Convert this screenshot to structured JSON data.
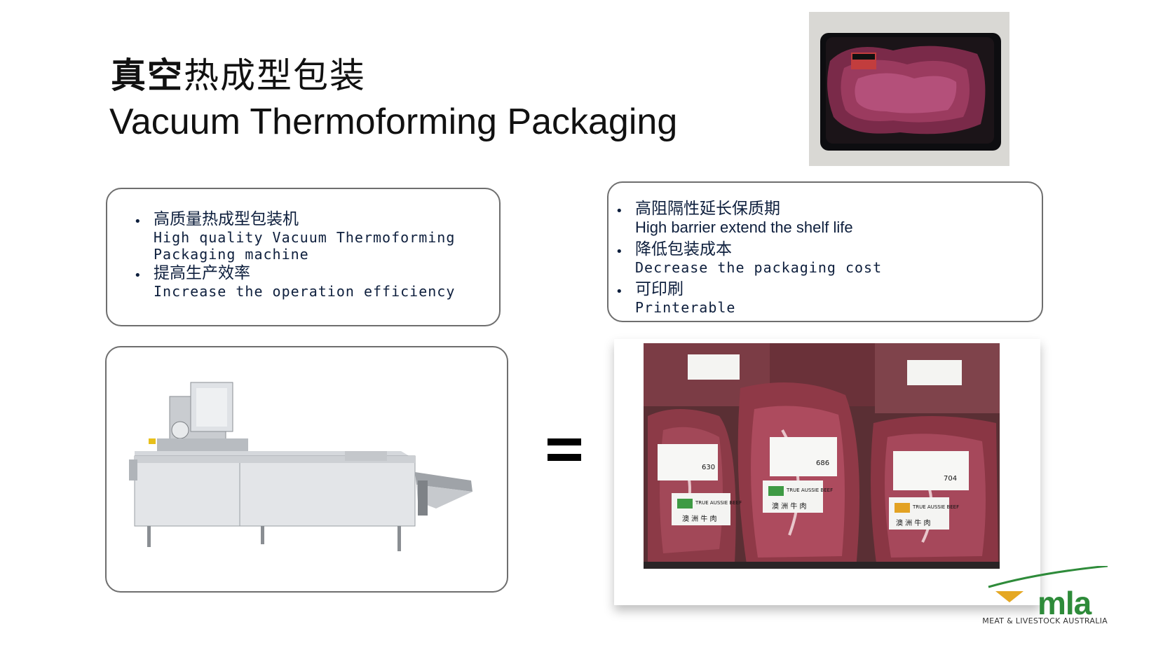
{
  "title": {
    "cn_bold": "真空",
    "cn_rest": "热成型包装",
    "en": "Vacuum Thermoforming Packaging"
  },
  "box1": {
    "items": [
      {
        "cn": "高质量热成型包装机",
        "en_line1": "High quality Vacuum Thermoforming",
        "en_line2": "Packaging machine"
      },
      {
        "cn": "提高生产效率",
        "en_line1": "Increase the operation efficiency"
      }
    ]
  },
  "box2": {
    "items": [
      {
        "cn": "高阻隔性延长保质期",
        "en": "High barrier extend the shelf life"
      },
      {
        "cn": "降低包装成本",
        "en": "Decrease the packaging cost"
      },
      {
        "cn": "可印刷",
        "en": "Printerable"
      }
    ]
  },
  "bullet": "•",
  "photo_labels": {
    "label_cn": "澳 洲 牛 肉",
    "label_en": "TRUE AUSSIE BEEF",
    "price1": "630",
    "price2": "686",
    "price3": "704"
  },
  "logo": {
    "mark": "mla",
    "text": "MEAT & LIVESTOCK AUSTRALIA",
    "green": "#2e8b3a",
    "gold": "#e5a823"
  }
}
